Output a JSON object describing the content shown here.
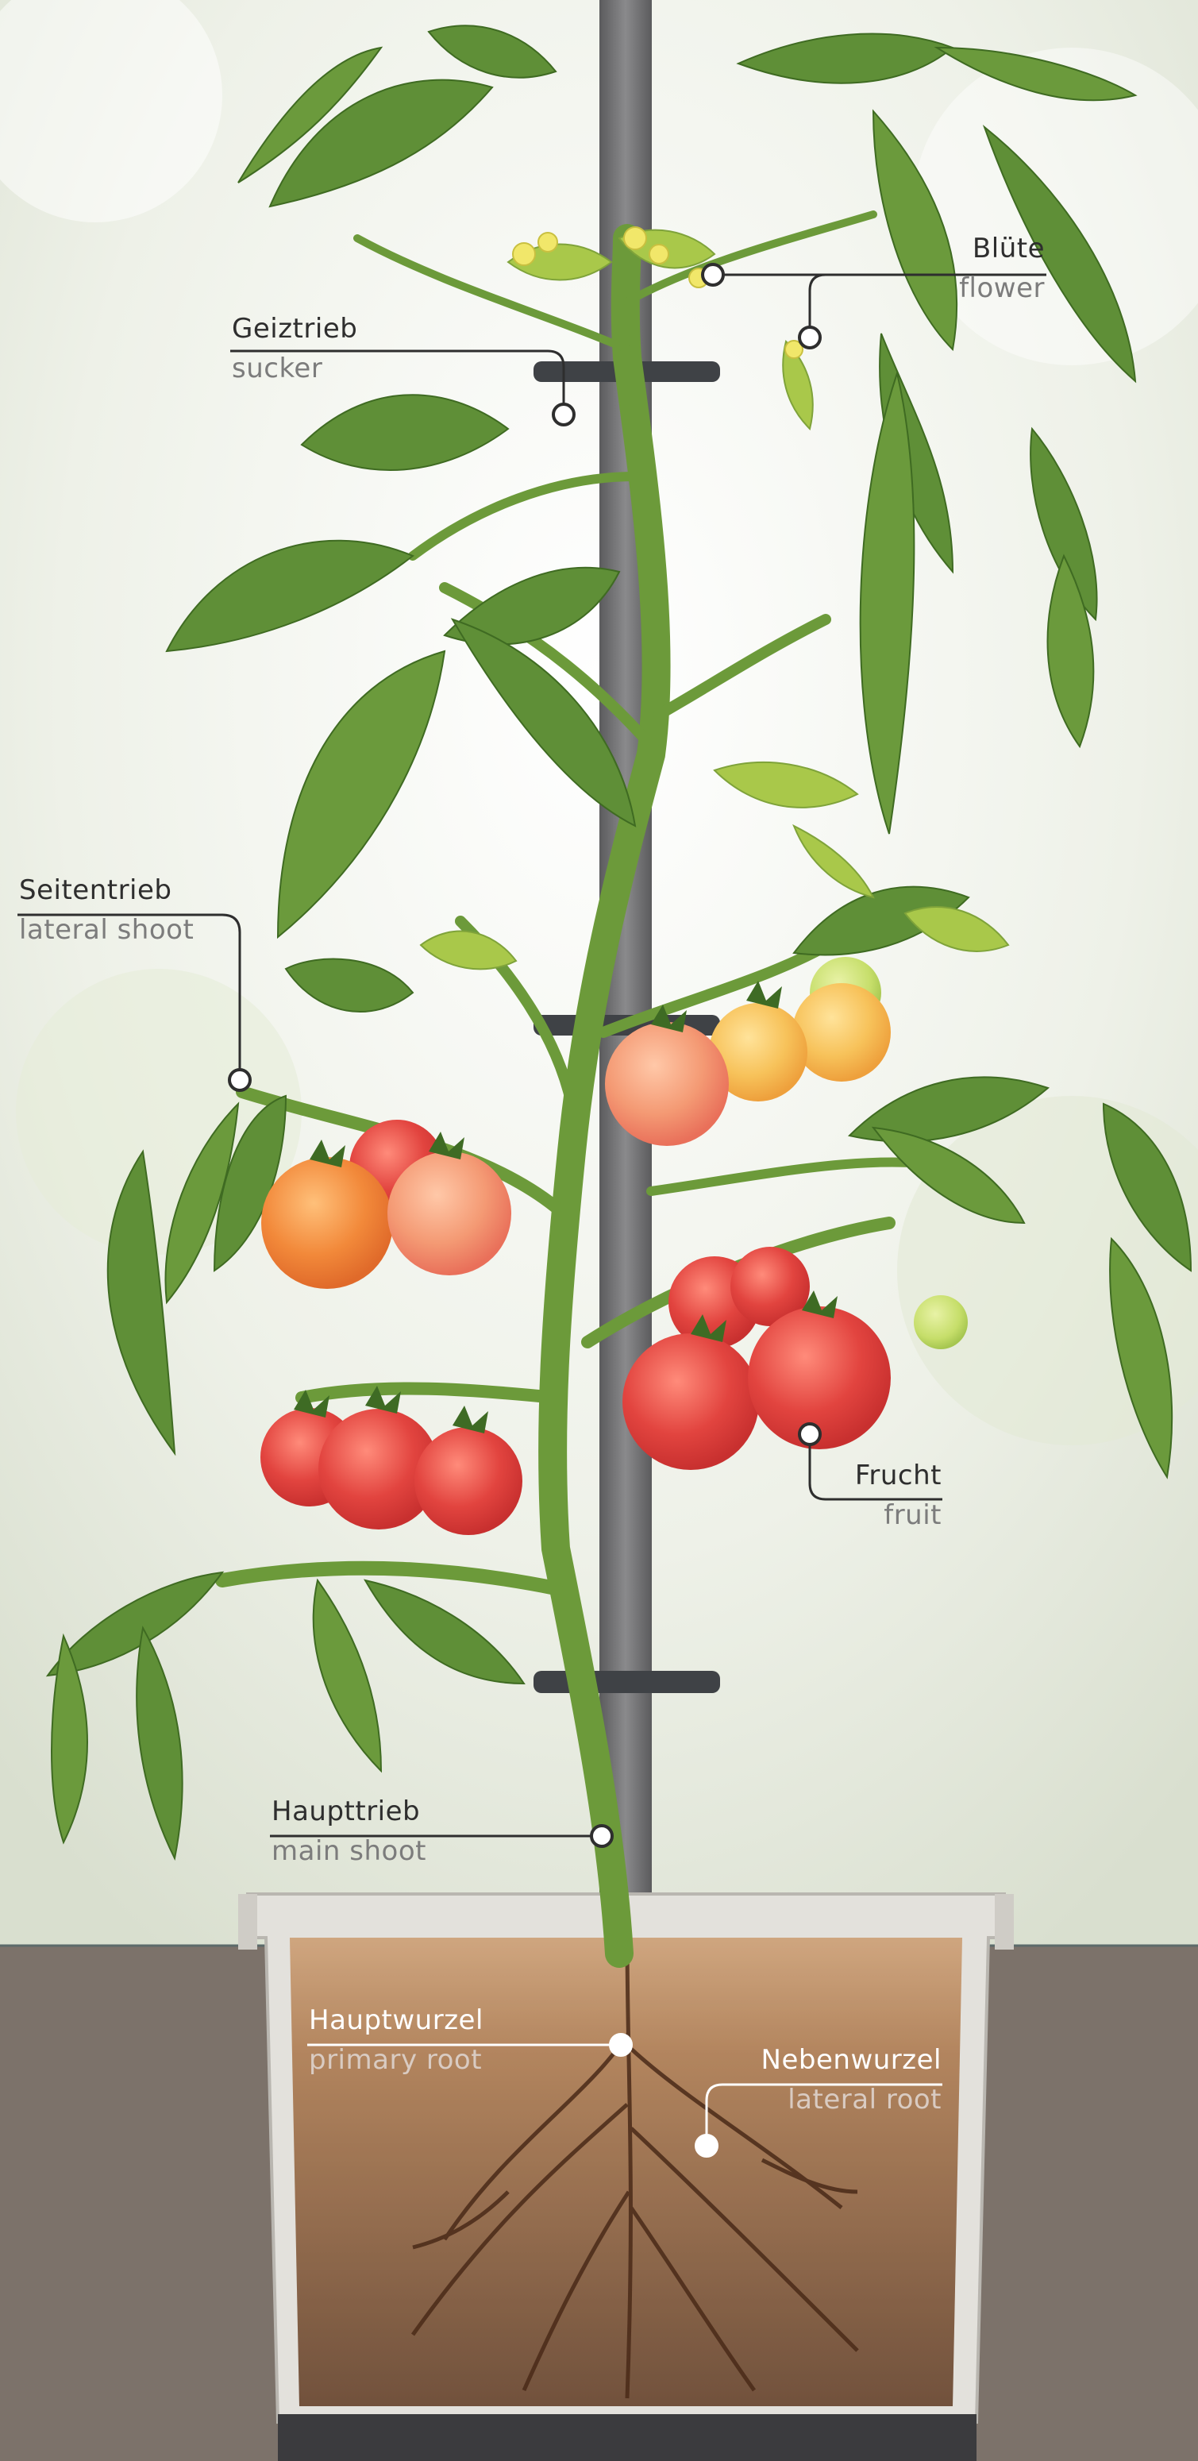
{
  "labels": {
    "bluete": {
      "de": "Blüte",
      "en": "flower"
    },
    "geiztrieb": {
      "de": "Geiztrieb",
      "en": "sucker"
    },
    "seitentrieb": {
      "de": "Seitentrieb",
      "en": "lateral shoot"
    },
    "frucht": {
      "de": "Frucht",
      "en": "fruit"
    },
    "haupttrieb": {
      "de": "Haupttrieb",
      "en": "main shoot"
    },
    "hauptwurzel": {
      "de": "Hauptwurzel",
      "en": "primary root"
    },
    "nebenwurzel": {
      "de": "Nebenwurzel",
      "en": "lateral root"
    }
  },
  "colors": {
    "background": "#eef0e6",
    "floor": "#7c726a",
    "stake": "#6b6b6d",
    "leaf": "#5f8f37",
    "leaf_light": "#a9c84a",
    "stem": "#6c9a3a",
    "soil": "#8a5e3c",
    "tomato_red": "#e0433f",
    "tomato_orange": "#f08a3a",
    "tomato_yellow": "#f6c45a",
    "pot": "#d7d4cf",
    "label_line": "#2e2e2e"
  }
}
